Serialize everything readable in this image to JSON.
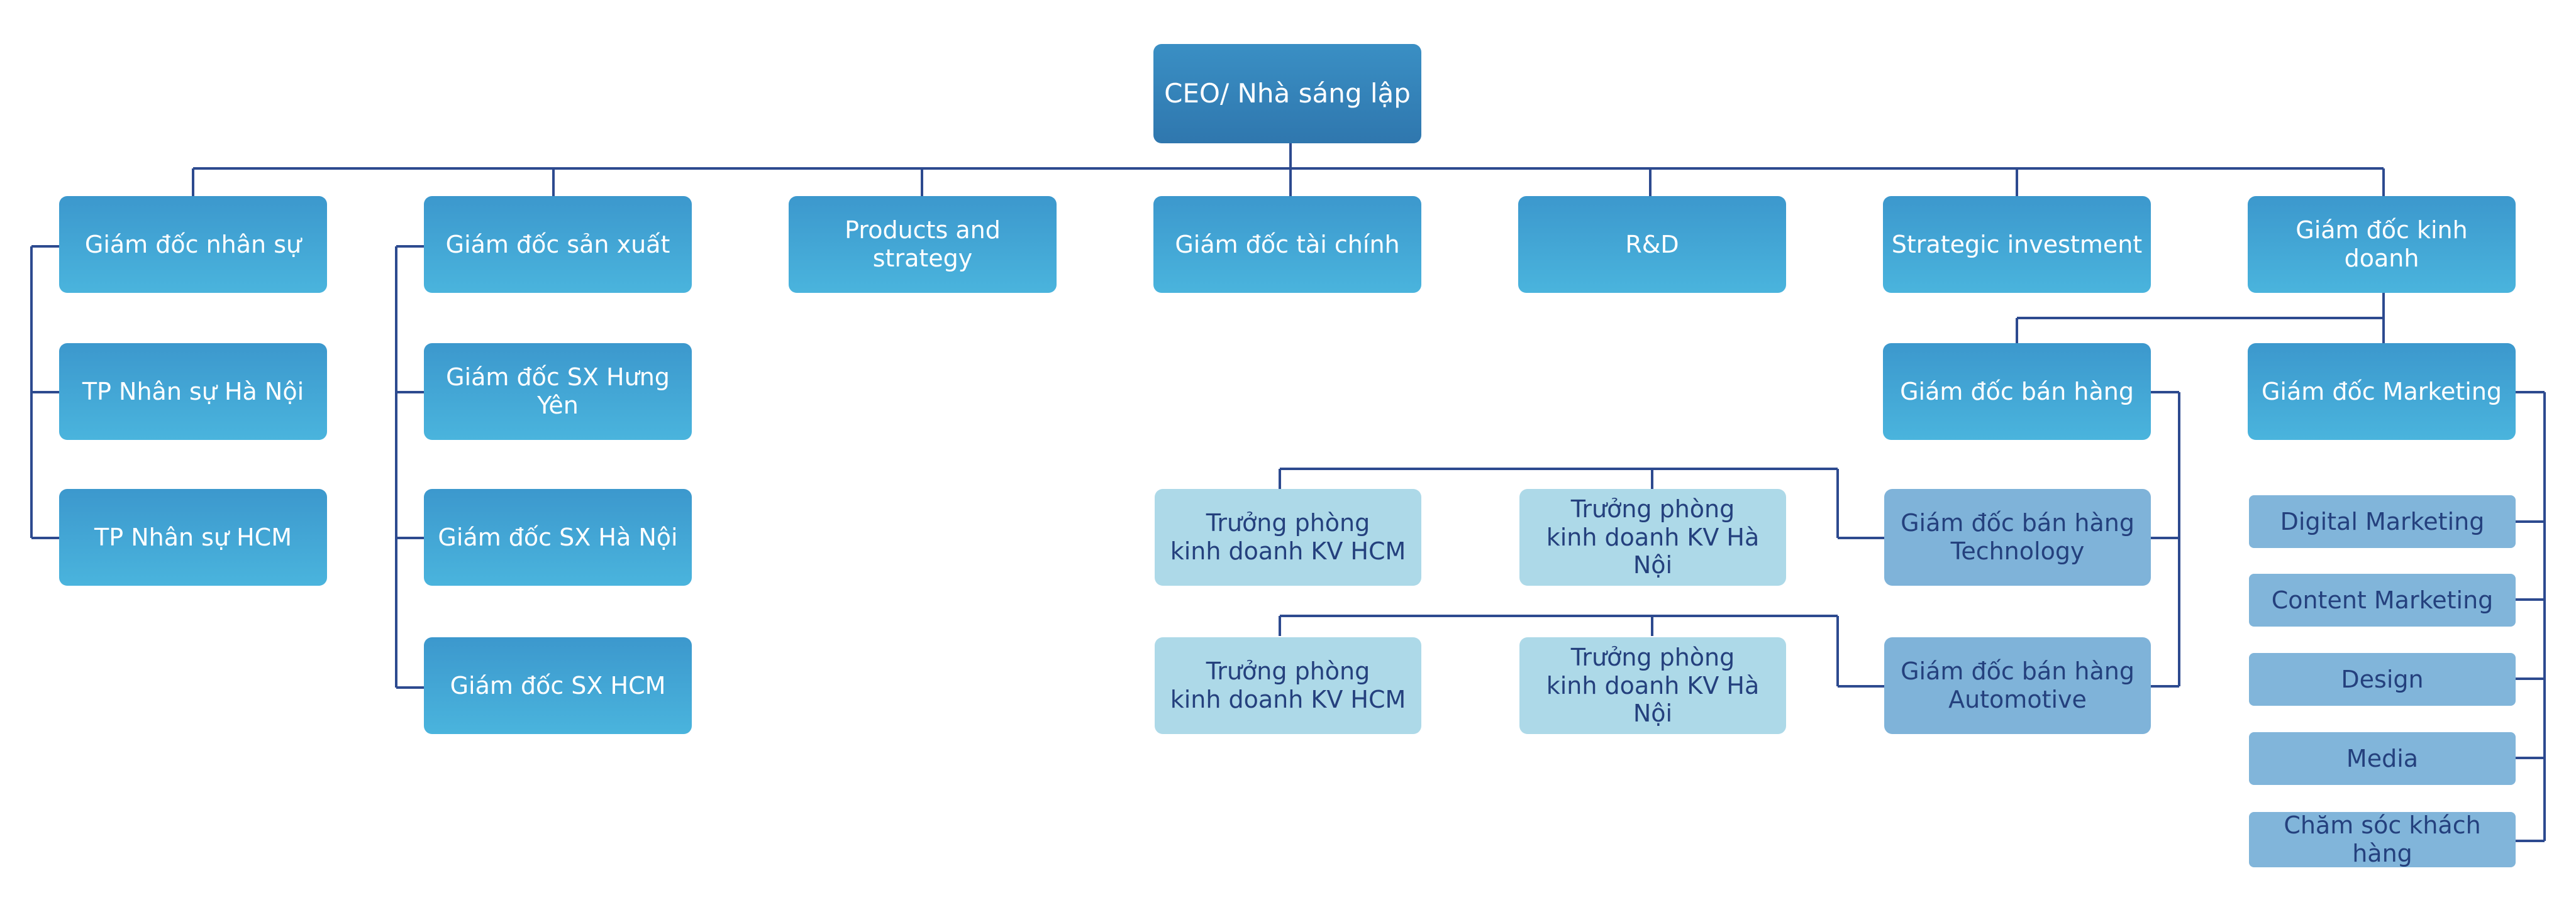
{
  "org_chart": {
    "root": "CEO/ Nhà sáng lập",
    "departments": [
      "Giám đốc nhân sự",
      "Giám đốc sản xuất",
      "Products and strategy",
      "Giám đốc tài chính",
      "R&D",
      "Strategic investment",
      "Giám đốc kinh doanh"
    ],
    "hr_units": [
      "TP Nhân sự Hà Nội",
      "TP Nhân sự HCM"
    ],
    "production_units": [
      "Giám đốc SX Hưng Yên",
      "Giám đốc SX Hà Nội",
      "Giám đốc SX HCM"
    ],
    "business_units": [
      "Giám đốc bán hàng",
      "Giám đốc Marketing"
    ],
    "sales_units": [
      "Giám đốc bán hàng\nTechnology",
      "Giám đốc bán hàng\nAutomotive"
    ],
    "tech_offices": [
      "Trưởng phòng\nkinh doanh KV HCM",
      "Trưởng phòng\nkinh doanh KV Hà Nội"
    ],
    "auto_offices": [
      "Trưởng phòng\nkinh doanh KV HCM",
      "Trưởng phòng\nkinh doanh KV Hà Nội"
    ],
    "marketing_units": [
      "Digital Marketing",
      "Content Marketing",
      "Design",
      "Media",
      "Chăm sóc khách hàng"
    ]
  },
  "colors": {
    "connector": "#2d4a8f",
    "ceo_box": "#3380b8",
    "director_box": "#44a8d8",
    "office_box": "#add9e8",
    "sales_box": "#7fb3d9",
    "marketing_box": "#81b5da",
    "dark_text": "#24407d"
  }
}
